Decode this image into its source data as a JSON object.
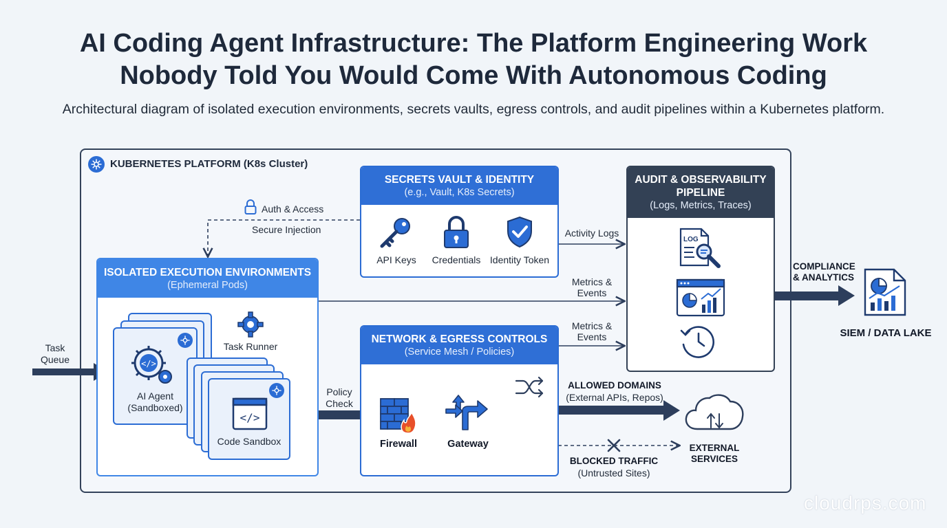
{
  "header": {
    "title_line1": "AI Coding Agent Infrastructure: The Platform Engineering Work",
    "title_line2": "Nobody Told You Would Come With Autonomous Coding",
    "subtitle": "Architectural diagram of isolated execution environments, secrets vaults, egress controls, and audit pipelines within a Kubernetes platform."
  },
  "cluster": {
    "label": "KUBERNETES PLATFORM (K8s Cluster)"
  },
  "secrets": {
    "title": "SECRETS VAULT & IDENTITY",
    "subtitle": "(e.g., Vault, K8s Secrets)",
    "items": [
      "API Keys",
      "Credentials",
      "Identity Token"
    ]
  },
  "auth": {
    "label": "Auth & Access",
    "injection": "Secure Injection"
  },
  "isolated": {
    "title": "ISOLATED EXECUTION ENVIRONMENTS",
    "subtitle": "(Ephemeral Pods)",
    "agent_line1": "AI Agent",
    "agent_line2": "(Sandboxed)",
    "task_runner": "Task Runner",
    "code_sandbox": "Code Sandbox"
  },
  "task_queue": {
    "line1": "Task",
    "line2": "Queue"
  },
  "policy_check": {
    "line1": "Policy",
    "line2": "Check"
  },
  "network": {
    "title": "NETWORK & EGRESS CONTROLS",
    "subtitle": "(Service Mesh / Policies)",
    "firewall": "Firewall",
    "gateway": "Gateway"
  },
  "audit": {
    "title_line1": "AUDIT & OBSERVABILITY",
    "title_line2": "PIPELINE",
    "subtitle": "(Logs, Metrics, Traces)",
    "log_badge": "LOG"
  },
  "arrows": {
    "activity_logs": "Activity Logs",
    "metrics1_line1": "Metrics &",
    "metrics1_line2": "Events",
    "metrics2_line1": "Metrics &",
    "metrics2_line2": "Events"
  },
  "compliance": {
    "line1": "COMPLIANCE",
    "line2": "& ANALYTICS"
  },
  "siem": {
    "label": "SIEM / DATA LAKE"
  },
  "allowed": {
    "title": "ALLOWED DOMAINS",
    "subtitle": "(External APIs, Repos)"
  },
  "blocked": {
    "title": "BLOCKED TRAFFIC",
    "subtitle": "(Untrusted Sites)"
  },
  "external": {
    "line1": "EXTERNAL",
    "line2": "SERVICES"
  },
  "watermark": "cloudrps.com",
  "colors": {
    "accent_blue": "#2b6cd4",
    "header_blue": "#2f6fd6",
    "header_dark": "#334155",
    "arrow_navy": "#2d3e5c"
  }
}
